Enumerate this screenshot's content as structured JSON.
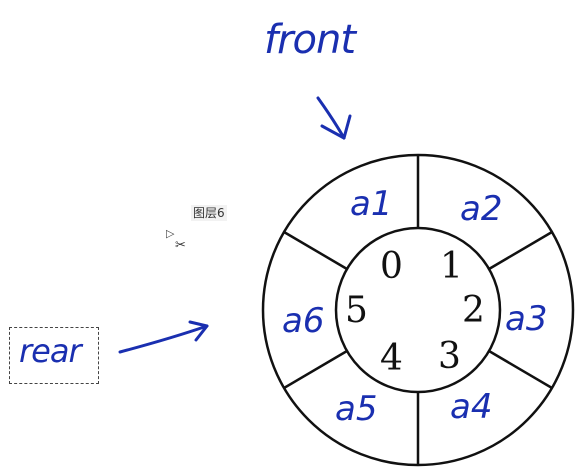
{
  "pointers": {
    "front": "front",
    "rear": "rear"
  },
  "layer_label": "图层6",
  "queue": {
    "slots": [
      {
        "index": "0",
        "value": "a1"
      },
      {
        "index": "1",
        "value": "a2"
      },
      {
        "index": "2",
        "value": "a3"
      },
      {
        "index": "3",
        "value": "a4"
      },
      {
        "index": "4",
        "value": "a5"
      },
      {
        "index": "5",
        "value": "a6"
      }
    ]
  },
  "colors": {
    "ink": "#1a2fb0",
    "outline": "#111111"
  },
  "icons": {
    "cursor": "cursor-arrow-icon",
    "scissors": "scissors-icon"
  }
}
